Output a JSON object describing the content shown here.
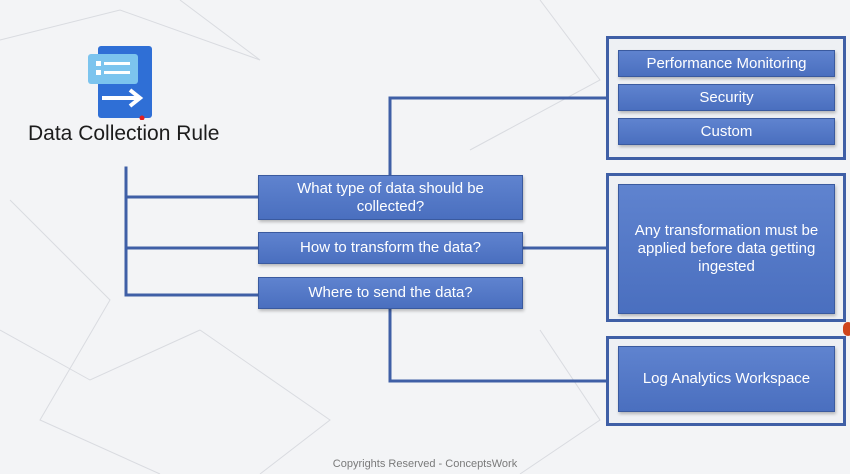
{
  "diagram": {
    "title": "Data Collection Rule",
    "icon": "data-collection-rule-icon",
    "questions": [
      "What type of data should be collected?",
      "How to transform the data?",
      "Where to send the data?"
    ],
    "data_types": [
      "Performance Monitoring",
      "Security",
      "Custom"
    ],
    "transformation_note": "Any transformation must be applied before data getting ingested",
    "destination": "Log Analytics Workspace",
    "colors": {
      "box_fill": "#5577c7",
      "line": "#3f5fa6",
      "background": "#f3f4f6"
    }
  },
  "footer": "Copyrights Reserved - ConceptsWork"
}
